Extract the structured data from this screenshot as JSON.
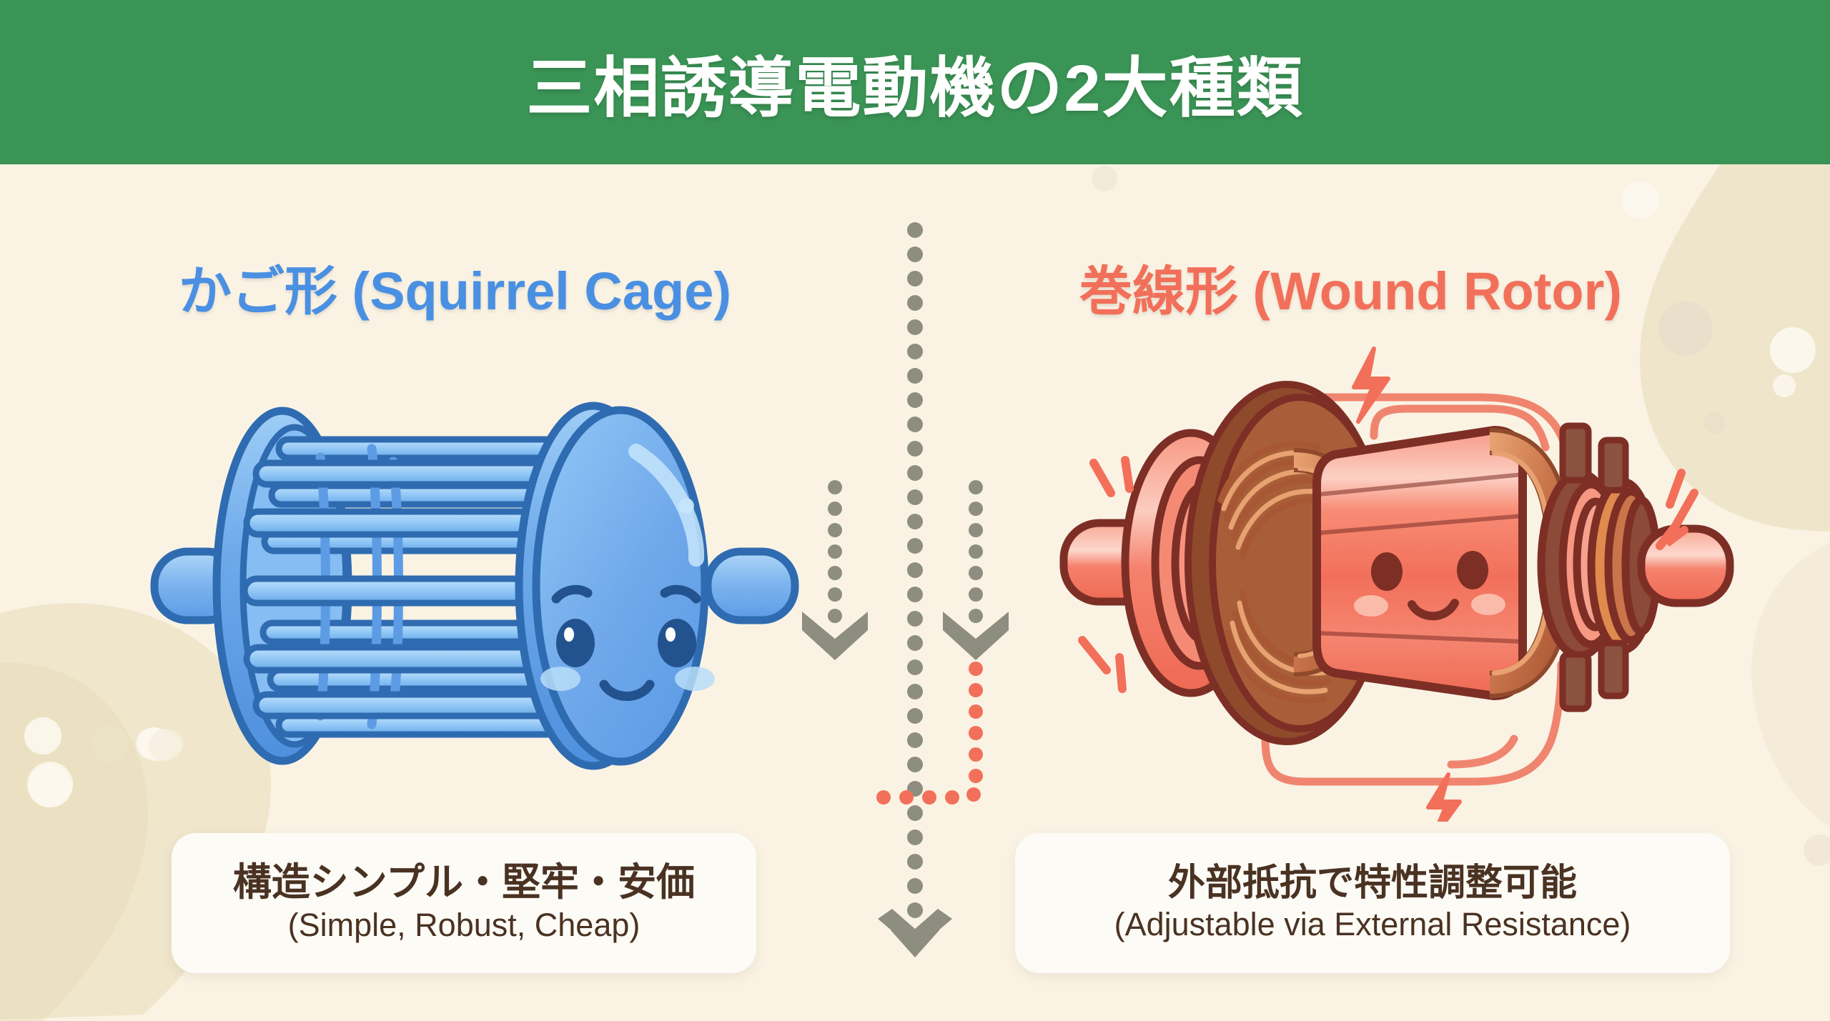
{
  "header": {
    "title": "三相誘導電動機の2大種類",
    "background_color": "#3a9455",
    "text_color": "#ffffff"
  },
  "page": {
    "background_color": "#faf3e4",
    "decor_blob_color": "#ece3c8",
    "decor_dot_light": "#fdf8ee",
    "decor_dot_dark": "#e7decb"
  },
  "panels": {
    "left": {
      "heading": "かご形 (Squirrel Cage)",
      "heading_color": "#4a90e2",
      "illustration_name": "squirrel-cage-rotor-illustration",
      "caption_jp": "構造シンプル・堅牢・安価",
      "caption_en": "(Simple, Robust, Cheap)",
      "caption_color": "#4a3222",
      "card_color": "#fdfbf6"
    },
    "right": {
      "heading": "巻線形 (Wound Rotor)",
      "heading_color": "#f2705a",
      "illustration_name": "wound-rotor-illustration",
      "caption_jp": "外部抵抗で特性調整可能",
      "caption_en": "(Adjustable via External Resistance)",
      "caption_color": "#4a3222",
      "card_color": "#fdfbf6"
    }
  },
  "divider": {
    "dot_color": "#8d8d80",
    "accent_dot_color": "#f2705a",
    "arrow_color": "#8d8d80",
    "style": "vertical-dotted-line-with-arrows"
  },
  "illustration_colors": {
    "cage_outline": "#2f6bb0",
    "cage_body": "#5c9ee6",
    "cage_body_light": "#8cc3f2",
    "cage_bar": "#9ed2f7",
    "cage_face": "#23538f",
    "rotor_outline": "#7d2f26",
    "rotor_body": "#f2705a",
    "rotor_body_light": "#f9a391",
    "rotor_body_pale": "#fcc9bc",
    "copper": "#c9744a",
    "copper_light": "#e8a271",
    "copper_dark": "#8f4a2c",
    "slipring_dark": "#8c4a38",
    "wire": "#f0856f",
    "spark": "#f2705a"
  }
}
